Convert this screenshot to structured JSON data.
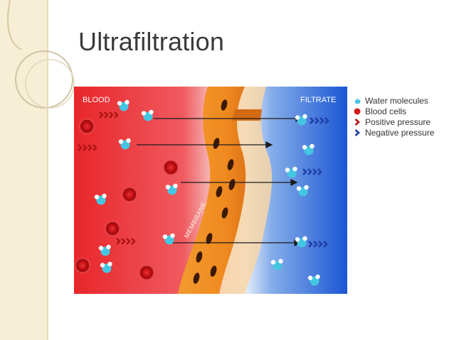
{
  "slide": {
    "title": "Ultrafiltration"
  },
  "diagram": {
    "label_blood": "BLOOD",
    "label_filtrate": "FILTRATE",
    "label_membrane": "MEMBRANE"
  },
  "legend": {
    "items": [
      {
        "label": "Water molecules",
        "icon": "water-molecule-icon",
        "color": "#44c6e2"
      },
      {
        "label": "Blood cells",
        "icon": "blood-cell-icon",
        "color": "#d11d1d"
      },
      {
        "label": "Positive pressure",
        "icon": "chevron-right-icon",
        "color": "#b01515"
      },
      {
        "label": "Negative pressure",
        "icon": "chevron-right-icon",
        "color": "#1e3fa8"
      }
    ]
  },
  "colors": {
    "blood_side": "#e8262a",
    "filtrate_side": "#1b56d3",
    "membrane": "#f08a1f",
    "water": "#44c6e2",
    "positive_pressure": "#b01515",
    "negative_pressure": "#1e3fa8"
  }
}
